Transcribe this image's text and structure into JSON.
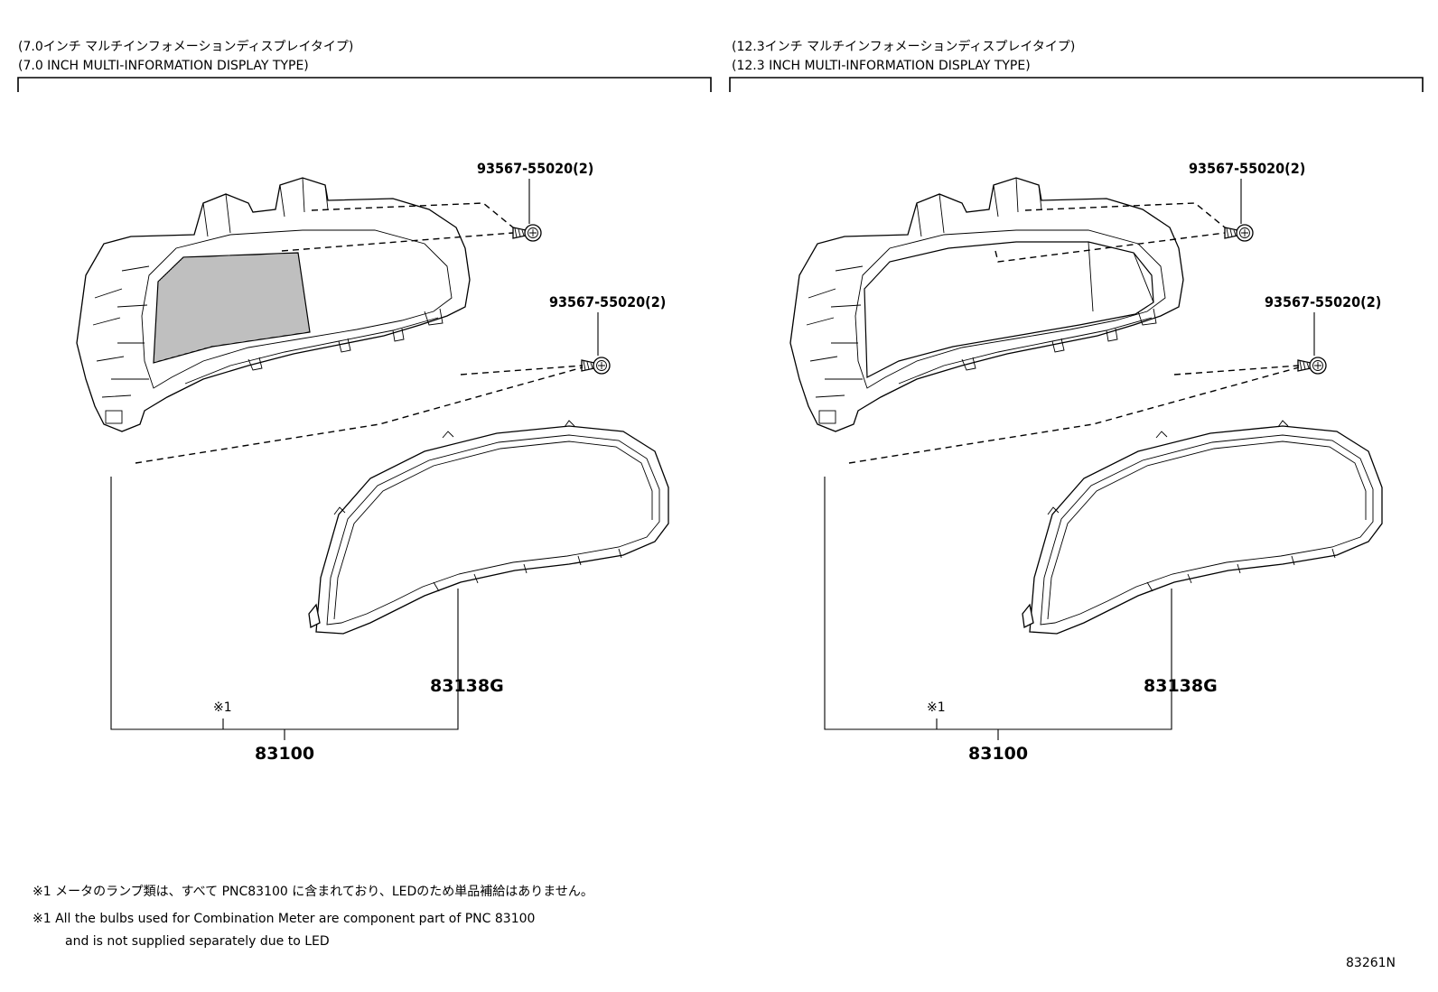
{
  "sections": [
    {
      "title_jp": "(7.0インチ マルチインフォメーションディスプレイタイプ)",
      "title_en": "(7.0 INCH MULTI-INFORMATION DISPLAY TYPE)",
      "screw_upper": "93567-55020(2)",
      "screw_lower": "93567-55020(2)",
      "lens_part": "83138G",
      "note_mark": "※1",
      "assembly_part": "83100"
    },
    {
      "title_jp": "(12.3インチ マルチインフォメーションディスプレイタイプ)",
      "title_en": "(12.3 INCH MULTI-INFORMATION DISPLAY TYPE)",
      "screw_upper": "93567-55020(2)",
      "screw_lower": "93567-55020(2)",
      "lens_part": "83138G",
      "note_mark": "※1",
      "assembly_part": "83100"
    }
  ],
  "footnotes": {
    "jp": "※1 メータのランプ類は、すべて PNC83100 に含まれており、LEDのため単品補給はありません。",
    "en_line1": "※1 All the bulbs used for Combination Meter are component part of PNC 83100",
    "en_line2": "and is not supplied separately due to LED"
  },
  "diagram_ref": "83261N"
}
